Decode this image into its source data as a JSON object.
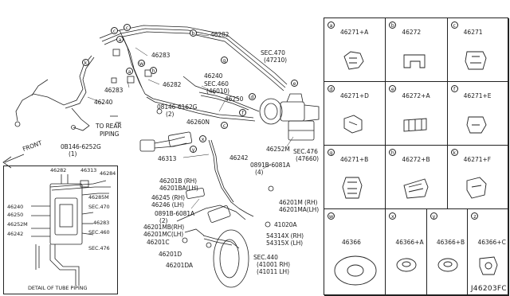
{
  "labels": {
    "p46282_top": "46282",
    "p46283_top": "46283",
    "p46282_mid": "46282",
    "p46283_mid": "46283",
    "p46240_left": "46240",
    "sec470": "SEC.470",
    "sec470_sub": "(47210)",
    "sec460": "SEC.460",
    "sec460_sub": "(46010)",
    "p46240_c": "46240",
    "p46250": "46250",
    "bolt1": "08146-6162G",
    "bolt1_qty": "(2)",
    "p46260n": "46260N",
    "to_rear": "TO REAR",
    "piping": "PIPING",
    "front": "FRONT",
    "bolt2": "0B146-6252G",
    "bolt2_qty": "(1)",
    "p46313": "46313",
    "p46242": "46242",
    "p46252m": "46252M",
    "sec476": "SEC.476",
    "sec476_sub": "(47660)",
    "nut1": "0891B-6081A",
    "nut1_qty": "(4)",
    "p46201b": "46201B (RH)",
    "p46201ba": "46201BA(LH)",
    "p46245": "46245 (RH)",
    "p46246": "46246 (LH)",
    "nut2": "0891B-6081A",
    "nut2_qty": "(2)",
    "p46201mb": "46201MB(RH)",
    "p46201mc": "46201MC(LH)",
    "p46201c": "46201C",
    "p46201d": "46201D",
    "p46201da": "46201DA",
    "p46201m": "46201M (RH)",
    "p46201ma": "46201MA(LH)",
    "p41020a": "41020A",
    "p54314x": "54314X (RH)",
    "p54315x": "54315X (LH)",
    "sec440": "SEC.440",
    "sec440_a": "(41001 RH)",
    "sec440_b": "(41011 LH)"
  },
  "callouts": [
    "c",
    "c",
    "a",
    "b",
    "k",
    "w",
    "a",
    "h",
    "g",
    "y",
    "e",
    "d",
    "f",
    "c",
    "x"
  ],
  "detail": {
    "title": "DETAIL OF TUBE PIPING",
    "l_46282": "46282",
    "l_46313": "46313",
    "l_46284": "46284",
    "l_46285m": "46285M",
    "l_46240": "46240",
    "l_46250": "46250",
    "l_46252m": "46252M",
    "l_46242": "46242",
    "l_sec470": "SEC.470",
    "l_46283": "46283",
    "l_sec460": "SEC.460",
    "l_sec476": "SEC.476"
  },
  "parts_grid": [
    {
      "tag": "a",
      "part": "46271+A"
    },
    {
      "tag": "b",
      "part": "46272"
    },
    {
      "tag": "c",
      "part": "46271"
    },
    {
      "tag": "d",
      "part": "46271+D"
    },
    {
      "tag": "e",
      "part": "46272+A"
    },
    {
      "tag": "f",
      "part": "46271+E"
    },
    {
      "tag": "g",
      "part": "46271+B"
    },
    {
      "tag": "h",
      "part": "46272+B"
    },
    {
      "tag": "k",
      "part": "46271+F"
    },
    {
      "tag": "w",
      "part": "46366"
    },
    {
      "tag": "x",
      "part": "46366+A"
    },
    {
      "tag": "y",
      "part": "46366+B"
    },
    {
      "tag": "z",
      "part": "46366+C"
    }
  ],
  "diagram_code": "J46203FC"
}
